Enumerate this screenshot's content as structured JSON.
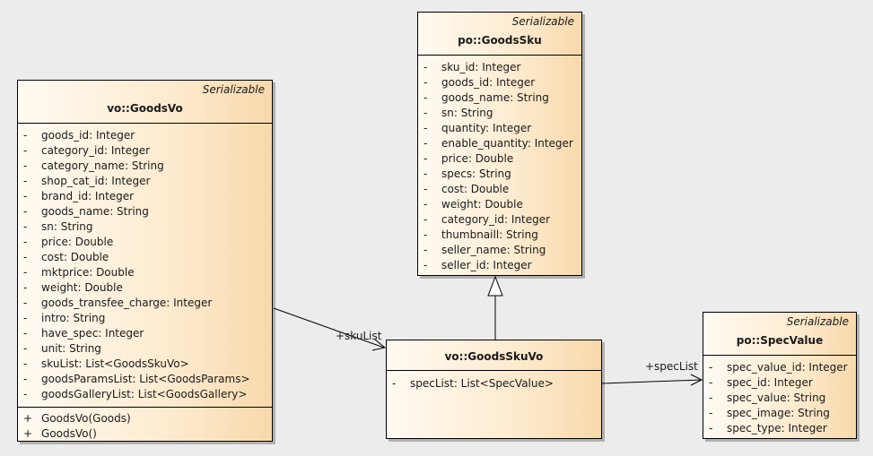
{
  "classes": {
    "goodsvo": {
      "stereotype": "Serializable",
      "name": "vo::GoodsVo",
      "attributes": [
        {
          "vis": "-",
          "text": "goods_id: Integer"
        },
        {
          "vis": "-",
          "text": "category_id: Integer"
        },
        {
          "vis": "-",
          "text": "category_name: String"
        },
        {
          "vis": "-",
          "text": "shop_cat_id: Integer"
        },
        {
          "vis": "-",
          "text": "brand_id: Integer"
        },
        {
          "vis": "-",
          "text": "goods_name: String"
        },
        {
          "vis": "-",
          "text": "sn: String"
        },
        {
          "vis": "-",
          "text": "price: Double"
        },
        {
          "vis": "-",
          "text": "cost: Double"
        },
        {
          "vis": "-",
          "text": "mktprice: Double"
        },
        {
          "vis": "-",
          "text": "weight: Double"
        },
        {
          "vis": "-",
          "text": "goods_transfee_charge: Integer"
        },
        {
          "vis": "-",
          "text": "intro: String"
        },
        {
          "vis": "-",
          "text": "have_spec: Integer"
        },
        {
          "vis": "-",
          "text": "unit: String"
        },
        {
          "vis": "-",
          "text": "skuList: List<GoodsSkuVo>"
        },
        {
          "vis": "-",
          "text": "goodsParamsList: List<GoodsParams>"
        },
        {
          "vis": "-",
          "text": "goodsGalleryList: List<GoodsGallery>"
        }
      ],
      "operations": [
        {
          "vis": "+",
          "text": "GoodsVo(Goods)"
        },
        {
          "vis": "+",
          "text": "GoodsVo()"
        }
      ]
    },
    "goodssku": {
      "stereotype": "Serializable",
      "name": "po::GoodsSku",
      "attributes": [
        {
          "vis": "-",
          "text": "sku_id: Integer"
        },
        {
          "vis": "-",
          "text": "goods_id: Integer"
        },
        {
          "vis": "-",
          "text": "goods_name: String"
        },
        {
          "vis": "-",
          "text": "sn: String"
        },
        {
          "vis": "-",
          "text": "quantity: Integer"
        },
        {
          "vis": "-",
          "text": "enable_quantity: Integer"
        },
        {
          "vis": "-",
          "text": "price: Double"
        },
        {
          "vis": "-",
          "text": "specs: String"
        },
        {
          "vis": "-",
          "text": "cost: Double"
        },
        {
          "vis": "-",
          "text": "weight: Double"
        },
        {
          "vis": "-",
          "text": "category_id: Integer"
        },
        {
          "vis": "-",
          "text": "thumbnaill: String"
        },
        {
          "vis": "-",
          "text": "seller_name: String"
        },
        {
          "vis": "-",
          "text": "seller_id: Integer"
        }
      ],
      "operations": []
    },
    "goodsskuvo": {
      "stereotype": "",
      "name": "vo::GoodsSkuVo",
      "attributes": [
        {
          "vis": "-",
          "text": "specList: List<SpecValue>"
        }
      ],
      "operations": []
    },
    "specvalue": {
      "stereotype": "Serializable",
      "name": "po::SpecValue",
      "attributes": [
        {
          "vis": "-",
          "text": "spec_value_id: Integer"
        },
        {
          "vis": "-",
          "text": "spec_id: Integer"
        },
        {
          "vis": "-",
          "text": "spec_value: String"
        },
        {
          "vis": "-",
          "text": "spec_image: String"
        },
        {
          "vis": "-",
          "text": "spec_type: Integer"
        }
      ],
      "operations": []
    }
  },
  "associations": {
    "skulist_label": "+skuList",
    "speclist_label": "+specList"
  }
}
